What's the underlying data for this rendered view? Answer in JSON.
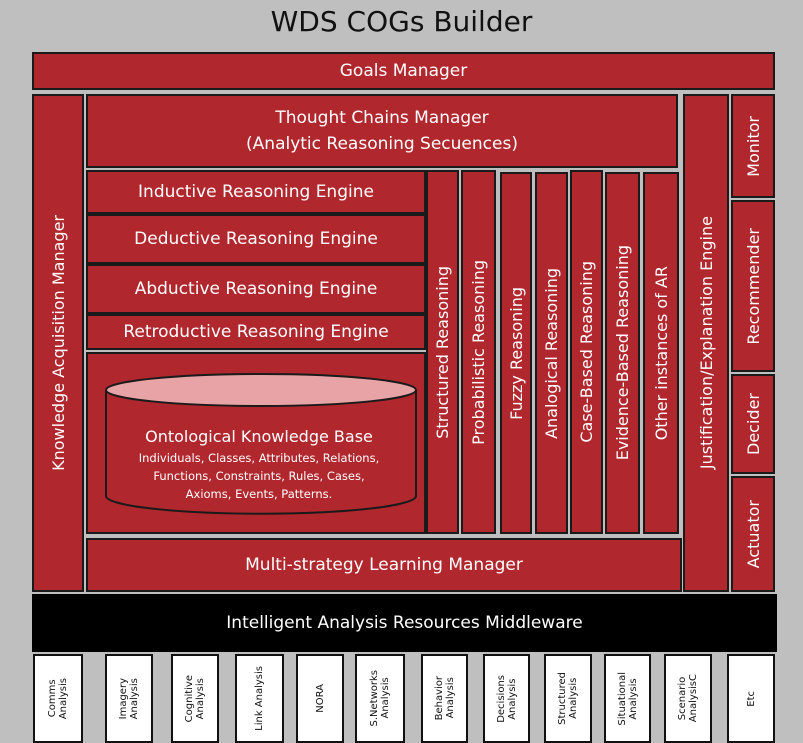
{
  "title": "WDS COGs Builder",
  "goals_manager": "Goals Manager",
  "knowledge_acquisition": "Knowledge Acquisition Manager",
  "thought_chains": {
    "line1": "Thought Chains Manager",
    "line2": "(Analytic Reasoning Secuences)"
  },
  "engines": [
    "Inductive Reasoning Engine",
    "Deductive Reasoning Engine",
    "Abductive Reasoning Engine",
    "Retroductive Reasoning Engine"
  ],
  "knowledge_base": {
    "title": "Ontological Knowledge Base",
    "lines": [
      "Individuals, Classes, Attributes, Relations,",
      "Functions, Constraints, Rules, Cases,",
      "Axioms, Events, Patterns."
    ]
  },
  "reasoning_columns": [
    "Structured Reasoning",
    "Probabilistic Reasoning",
    "Fuzzy Reasoning",
    "Analogical Reasoning",
    "Case-Based Reasoning",
    "Evidence-Based Reasoning",
    "Other instances of  AR"
  ],
  "justification": "Justification/Explanation Engine",
  "side_modules": [
    "Monitor",
    "Recommender",
    "Decider",
    "Actuator"
  ],
  "learning_manager": "Multi-strategy Learning Manager",
  "middleware": "Intelligent Analysis Resources Middleware",
  "resources": [
    [
      "Comms",
      "Analysis"
    ],
    [
      "Imagery",
      "Analysis"
    ],
    [
      "Cognitive",
      "Analysis"
    ],
    [
      "Link Analysis"
    ],
    [
      "NORA"
    ],
    [
      "S.Networks",
      "Analysis"
    ],
    [
      "Behavior",
      "Analysis"
    ],
    [
      "Decisions",
      "Analysis"
    ],
    [
      "Structured",
      "Analysis"
    ],
    [
      "Situational",
      "Analysis"
    ],
    [
      "Scenario",
      "AnalysisC"
    ],
    [
      "Etc"
    ]
  ]
}
